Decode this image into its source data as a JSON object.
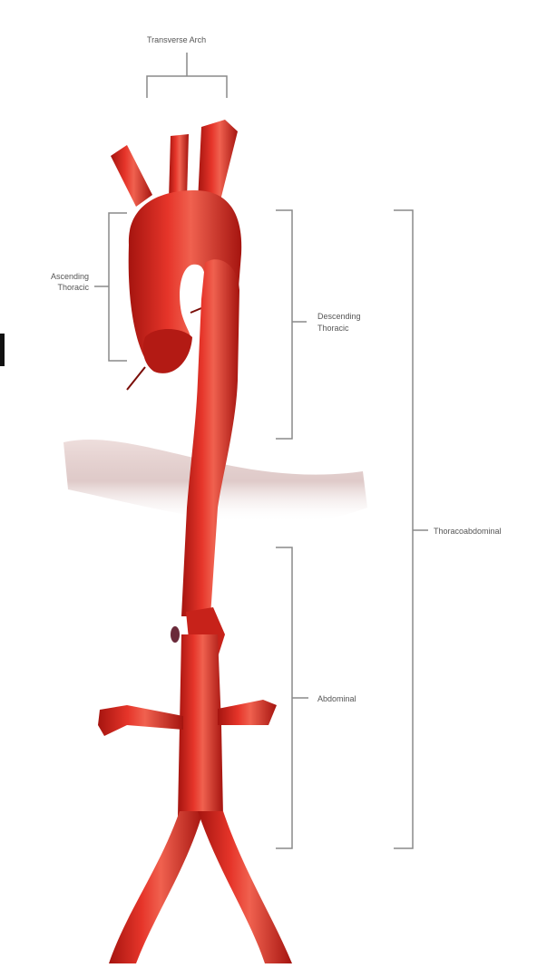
{
  "labels": {
    "aortic_arch": "Transverse Arch",
    "ascending_line1": "Ascending",
    "ascending_line2": "Thoracic",
    "descending_line1": "Descending",
    "descending_line2": "Thoracic",
    "thoracoabdominal": "Thoracoabdominal",
    "abdominal": "Abdominal"
  },
  "colors": {
    "aorta": "#d9261c",
    "aorta_dark": "#a5140f",
    "aorta_highlight": "#f0614f",
    "bracket": "#8a8a8a",
    "diaphragm": "#c9a6a4"
  }
}
